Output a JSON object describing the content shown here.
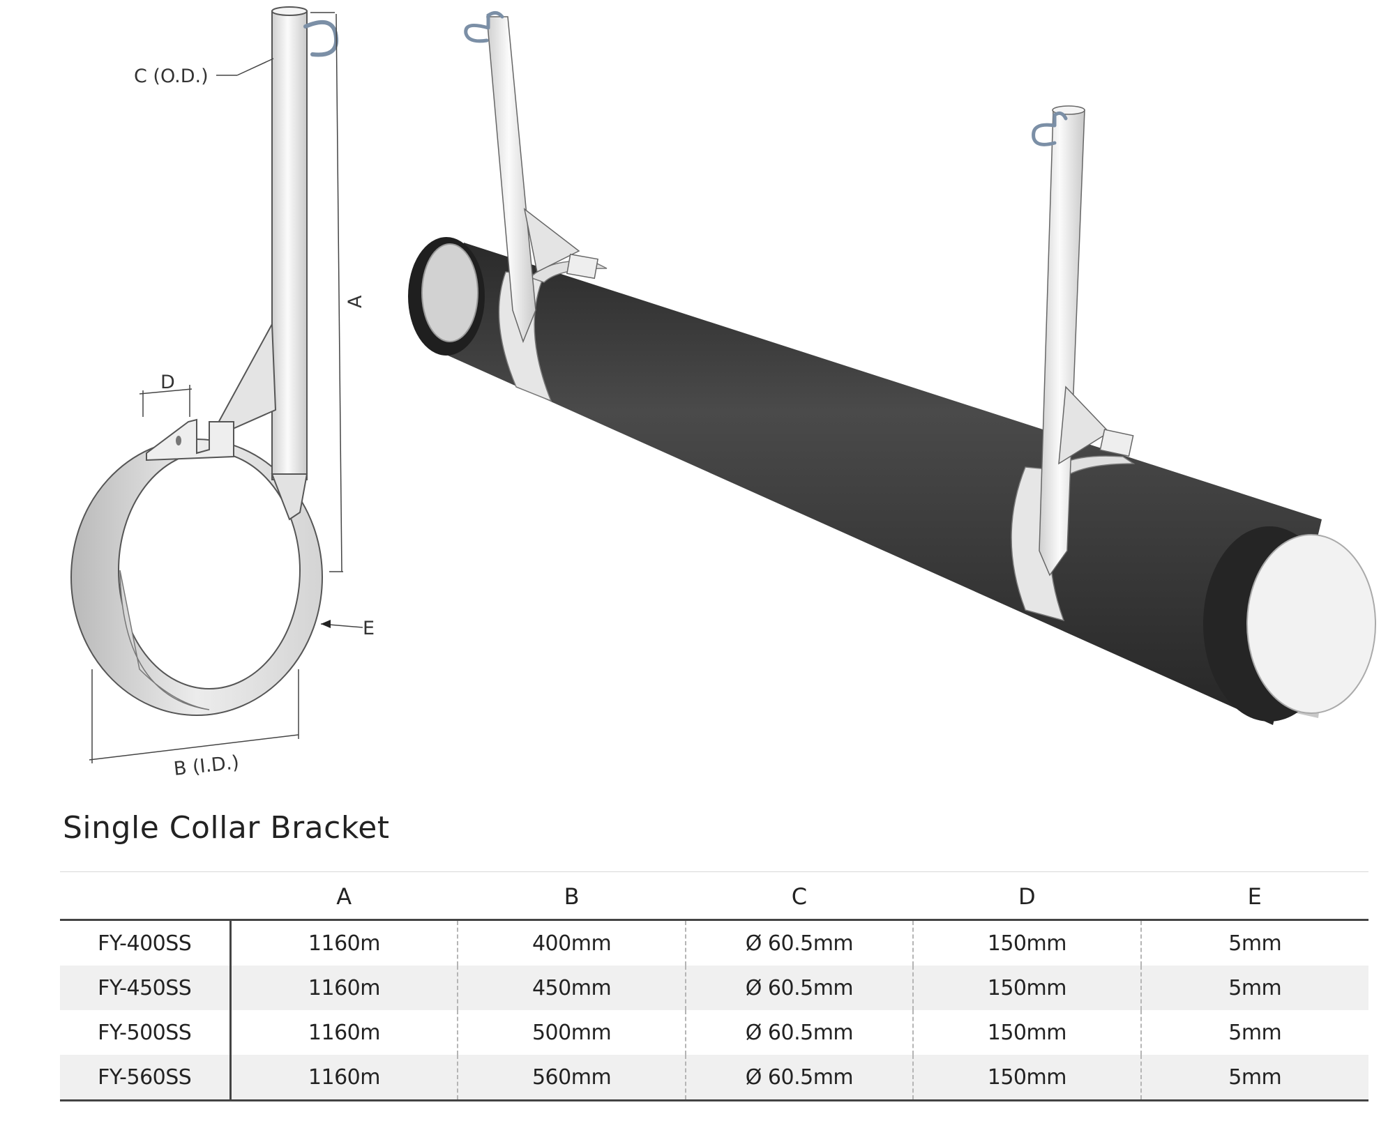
{
  "diagram": {
    "labels": {
      "C": "C (O.D.)",
      "A": "A",
      "D": "D",
      "E": "E",
      "B": "B (I.D.)"
    }
  },
  "product": {
    "title": "Single Collar Bracket"
  },
  "table": {
    "headers": [
      "",
      "A",
      "B",
      "C",
      "D",
      "E"
    ],
    "rows": [
      [
        "FY-400SS",
        "1160m",
        "400mm",
        "Ø 60.5mm",
        "150mm",
        "5mm"
      ],
      [
        "FY-450SS",
        "1160m",
        "450mm",
        "Ø 60.5mm",
        "150mm",
        "5mm"
      ],
      [
        "FY-500SS",
        "1160m",
        "500mm",
        "Ø 60.5mm",
        "150mm",
        "5mm"
      ],
      [
        "FY-560SS",
        "1160m",
        "560mm",
        "Ø 60.5mm",
        "150mm",
        "5mm"
      ]
    ]
  },
  "colors": {
    "insulation": "#3b3b3b",
    "metal": "#e9e9e9",
    "hook": "#7b8fa6",
    "table_rule": "#444444",
    "row_shade": "#f0f0f0"
  }
}
